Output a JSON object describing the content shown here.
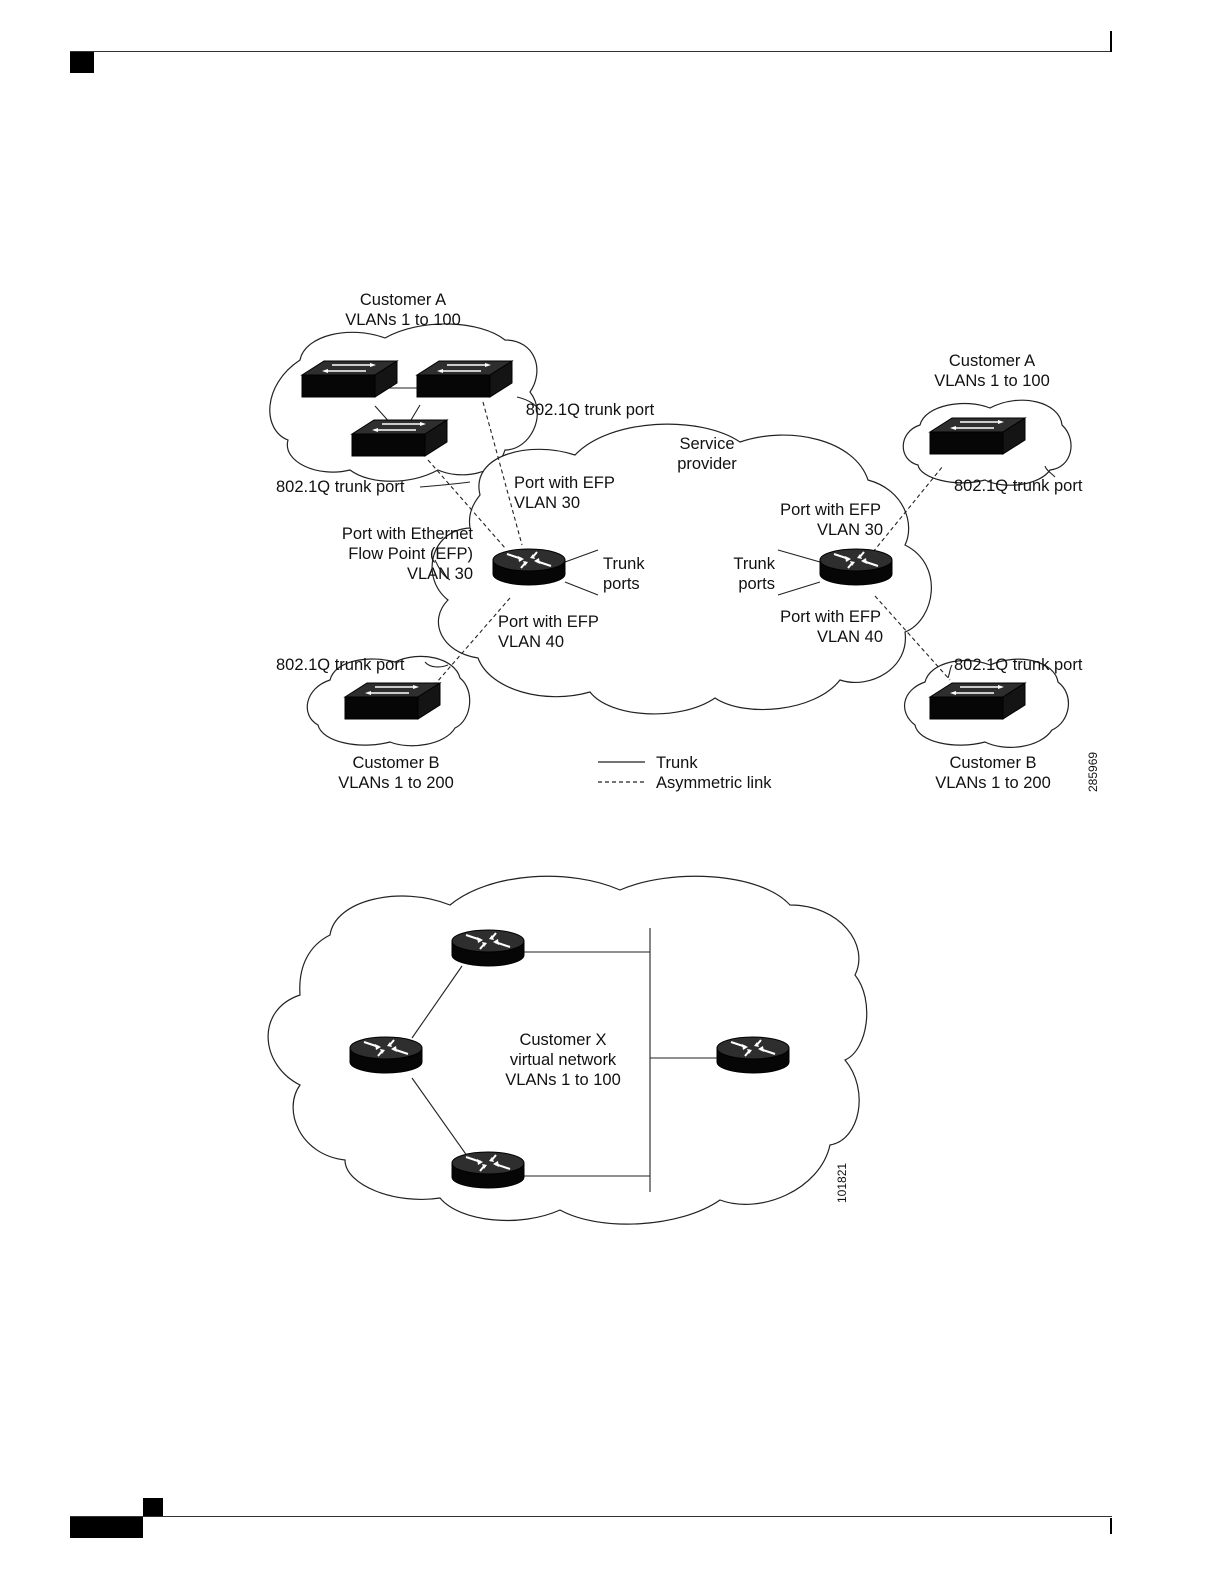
{
  "figure1": {
    "labels": {
      "cust_a_left_1": "Customer A",
      "cust_a_left_2": "VLANs 1 to 100",
      "cust_a_right_1": "Customer A",
      "cust_a_right_2": "VLANs 1 to 100",
      "cust_b_left_1": "Customer B",
      "cust_b_left_2": "VLANs 1 to 200",
      "cust_b_right_1": "Customer B",
      "cust_b_right_2": "VLANs 1 to 200",
      "sp_1": "Service",
      "sp_2": "provider",
      "trunk_port_top": "802.1Q trunk port",
      "trunk_port_left_top": "802.1Q trunk port",
      "trunk_port_left_bottom": "802.1Q trunk port",
      "trunk_port_right_top": "802.1Q trunk port",
      "trunk_port_right_bottom": "802.1Q trunk port",
      "efp_left_top_1": "Port with EFP",
      "efp_left_top_2": "VLAN 30",
      "efp_eth_1": "Port with Ethernet",
      "efp_eth_2": "Flow Point (EFP)",
      "efp_eth_3": "VLAN 30",
      "efp_left_bottom_1": "Port with EFP",
      "efp_left_bottom_2": "VLAN 40",
      "efp_right_top_1": "Port with EFP",
      "efp_right_top_2": "VLAN 30",
      "efp_right_bottom_1": "Port with EFP",
      "efp_right_bottom_2": "VLAN 40",
      "trunk_ports_left_1": "Trunk",
      "trunk_ports_left_2": "ports",
      "trunk_ports_right_1": "Trunk",
      "trunk_ports_right_2": "ports",
      "legend_trunk": "Trunk",
      "legend_asym": "Asymmetric link",
      "fig_id": "285969"
    }
  },
  "figure2": {
    "labels": {
      "center_1": "Customer X",
      "center_2": "virtual network",
      "center_3": "VLANs 1 to 100",
      "fig_id": "101821"
    }
  },
  "colors": {
    "line": "#111111",
    "device_top": "#2a2a2a",
    "device_side": "#050505"
  }
}
